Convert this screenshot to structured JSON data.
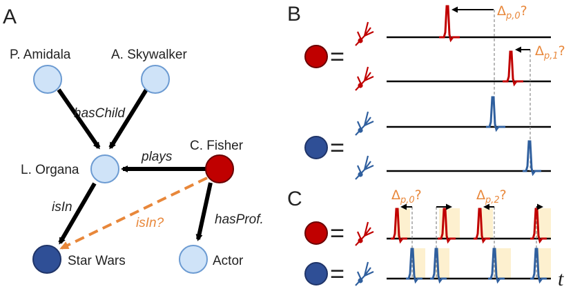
{
  "panels": {
    "a": "A",
    "b": "B",
    "c": "C"
  },
  "colors": {
    "node_light": "#cfe3f8",
    "node_stroke": "#6c9bd2",
    "node_red": "#c00000",
    "node_blue": "#2f4f96",
    "edge": "#000000",
    "edge_inferred": "#e8873a",
    "spike_red": "#c00000",
    "spike_blue": "#2f5f9e",
    "window": "#fdf0cf",
    "delta": "#e8873a"
  },
  "graph": {
    "nodes": {
      "amidala": "P. Amidala",
      "skywalker": "A. Skywalker",
      "organa": "L. Organa",
      "fisher": "C. Fisher",
      "starwars": "Star Wars",
      "actor": "Actor"
    },
    "edges": {
      "has_child": "hasChild",
      "plays": "plays",
      "is_in": "isIn",
      "has_prof": "hasProf.",
      "is_in_inferred": "isIn?"
    }
  },
  "panel_b": {
    "deltas": [
      {
        "base": "Δ",
        "sub": "p,0",
        "q": "?"
      },
      {
        "base": "Δ",
        "sub": "p,1",
        "q": "?"
      }
    ]
  },
  "panel_c": {
    "deltas": [
      {
        "base": "Δ",
        "sub": "p,0",
        "q": "?"
      },
      {
        "base": "Δ",
        "sub": "p,2",
        "q": "?"
      }
    ],
    "time_label": "t"
  },
  "equals": "="
}
